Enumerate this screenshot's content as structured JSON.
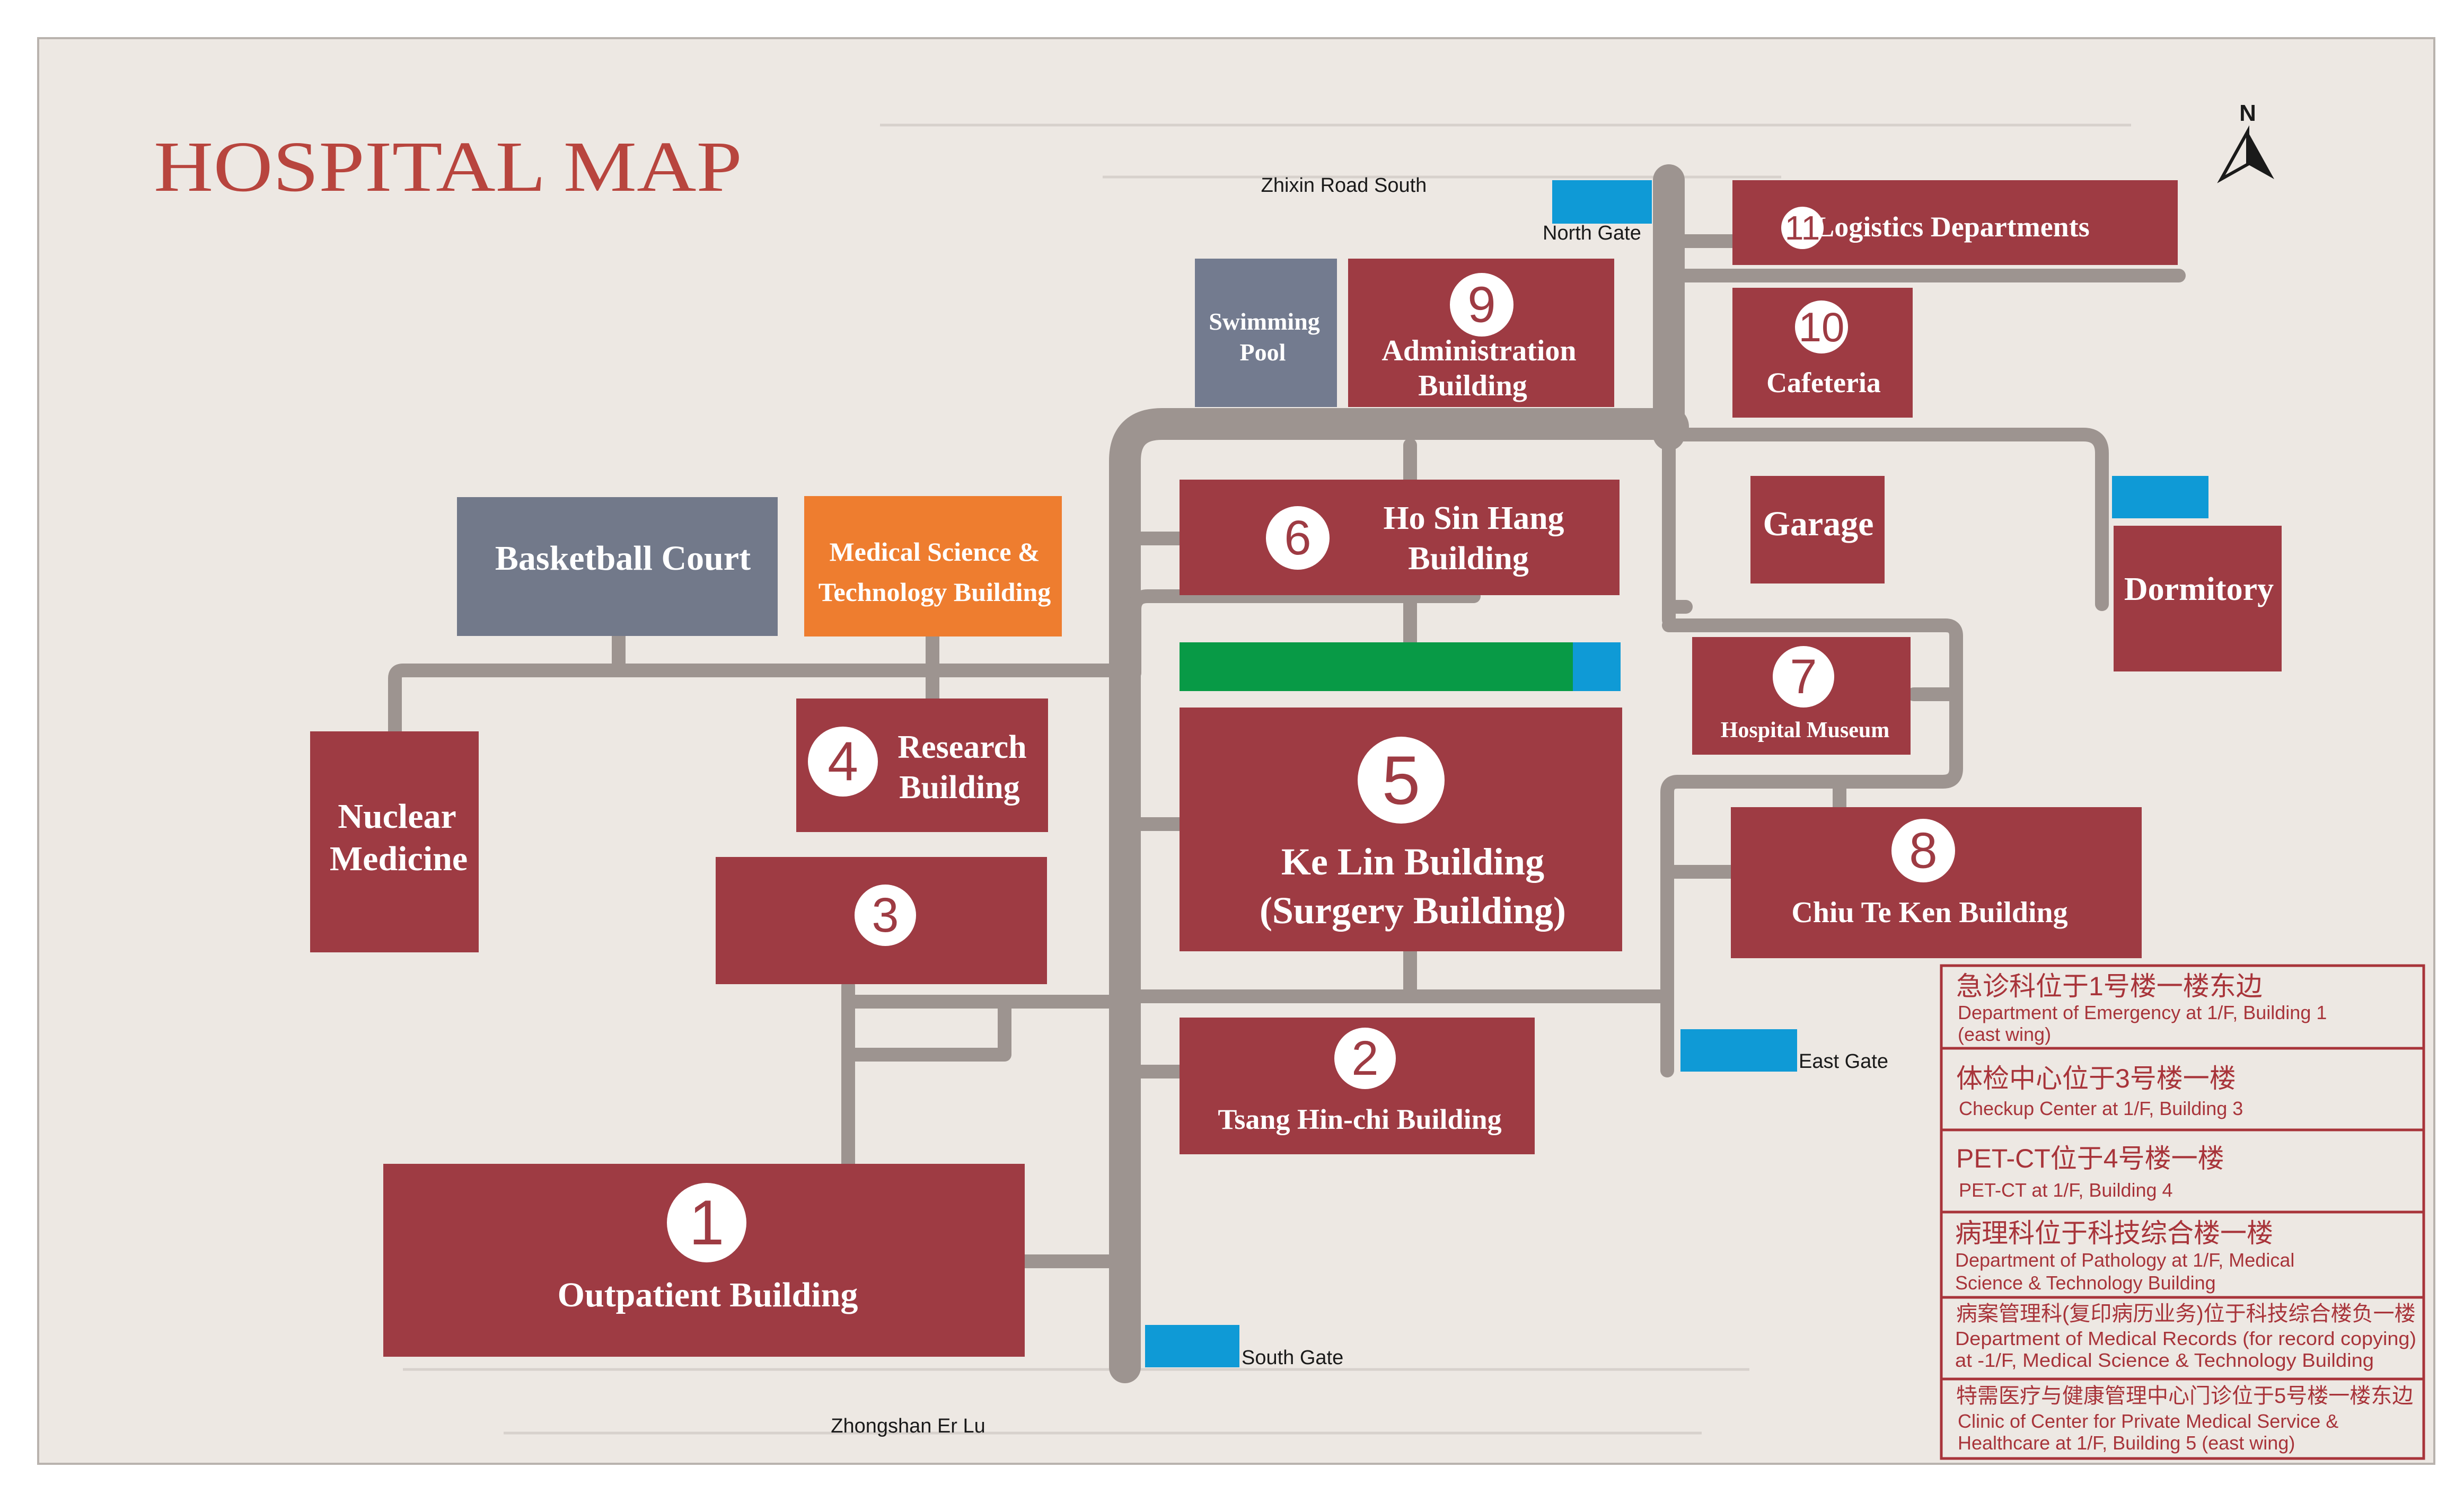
{
  "title": "HOSPITAL MAP",
  "compass": {
    "label": "N",
    "icon": "north-arrow-icon"
  },
  "roads": {
    "north": "Zhixin Road South",
    "south": "Zhongshan  Er  Lu"
  },
  "gates": {
    "north": "North Gate",
    "east": "East Gate",
    "south": "South Gate"
  },
  "buildings": {
    "b1": {
      "number": "1",
      "name": "Outpatient Building"
    },
    "b2": {
      "number": "2",
      "name": "Tsang Hin-chi Building"
    },
    "b3": {
      "number": "3"
    },
    "b4": {
      "number": "4",
      "line1": "Research",
      "line2": "Building"
    },
    "b5": {
      "number": "5",
      "line1": "Ke Lin Building",
      "line2": "(Surgery Building)"
    },
    "b6": {
      "number": "6",
      "line1": "Ho Sin Hang",
      "line2": "Building"
    },
    "b7": {
      "number": "7",
      "name": "Hospital Museum"
    },
    "b8": {
      "number": "8",
      "name": "Chiu Te Ken Building"
    },
    "b9": {
      "number": "9",
      "line1": "Administration",
      "line2": "Building"
    },
    "b10": {
      "number": "10",
      "name": "Cafeteria"
    },
    "b11": {
      "number": "11",
      "name": "Logistics Departments"
    },
    "nuclear": {
      "line1": "Nuclear",
      "line2": "Medicine"
    },
    "basketball": {
      "name": "Basketball Court"
    },
    "medsci": {
      "line1": "Medical Science &",
      "line2": "Technology Building"
    },
    "pool": {
      "line1": "Swimming",
      "line2": "Pool"
    },
    "garage": {
      "name": "Garage"
    },
    "dormitory": {
      "name": "Dormitory"
    }
  },
  "legend": [
    {
      "cn": "急诊科位于1号楼一楼东边",
      "en1": "Department of Emergency at 1/F, Building 1",
      "en2": "(east wing)"
    },
    {
      "cn": "体检中心位于3号楼一楼",
      "en1": "Checkup Center at 1/F, Building 3",
      "en2": ""
    },
    {
      "cn": "PET-CT位于4号楼一楼",
      "en1": "PET-CT at 1/F, Building 4",
      "en2": ""
    },
    {
      "cn": "病理科位于科技综合楼一楼",
      "en1": "Department of Pathology at 1/F, Medical",
      "en2": "Science & Technology Building"
    },
    {
      "cn": "病案管理科(复印病历业务)位于科技综合楼负一楼",
      "en1": "Department of Medical Records (for record copying)",
      "en2": "at -1/F, Medical Science & Technology Building"
    },
    {
      "cn": "特需医疗与健康管理中心门诊位于5号楼一楼东边",
      "en1": "Clinic of Center for Private Medical Service &",
      "en2": "Healthcare at 1/F, Building 5 (east wing)"
    }
  ],
  "colors": {
    "background": "#ede8e3",
    "building": "#9e3b43",
    "road": "#9d9490",
    "gate": "#0f9ad6",
    "basketball": "#72798a",
    "medsci": "#ee7d2f",
    "pool": "#737b8f",
    "green_strip": "#089a46",
    "title": "#b8453e",
    "legend_text": "#a8343a"
  }
}
